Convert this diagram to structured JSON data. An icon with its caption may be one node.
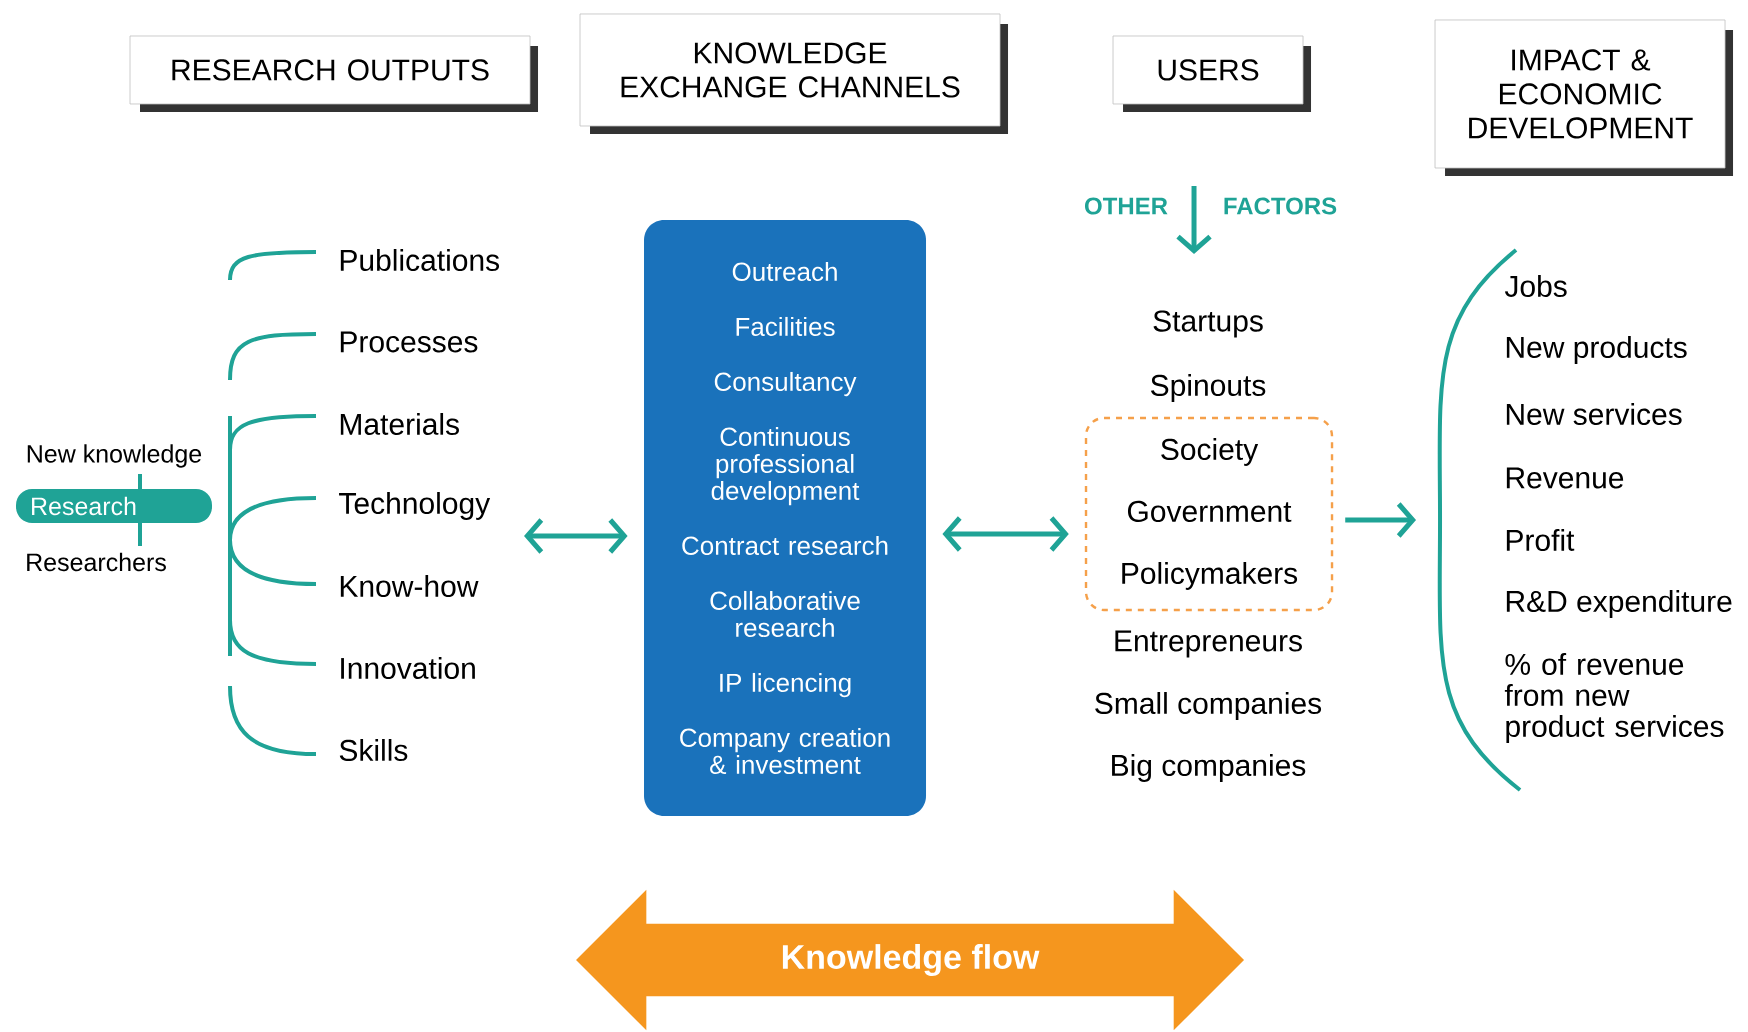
{
  "diagram": {
    "nodes": [
      {
        "text": [
          "RESEARCH OUTPUTS"
        ]
      },
      {
        "text": [
          "KNOWLEDGE EXCHANGE CHANNELS"
        ]
      },
      {
        "text": [
          "USERS"
        ]
      },
      {
        "text": [
          "IMPACT & ECONOMIC DEVELOPMENT"
        ]
      },
      {
        "text": [
          "Research"
        ],
        "beside": [
          "New knowledge",
          "Researchers"
        ]
      },
      {
        "text": [
          "Outreach",
          "Facilities",
          "Consultancy",
          "Continuous professional development",
          "Contract research",
          "Collaborative research",
          "IP licencing",
          "Company creation & investment"
        ]
      },
      {
        "text": [
          "Society",
          "Government",
          "Policymakers"
        ]
      },
      {
        "text": [
          "Knowledge flow"
        ]
      }
    ],
    "edges": [
      {
        "from": null,
        "to": 5,
        "arrow": "both"
      },
      {
        "from": 5,
        "to": 6,
        "arrow": "both"
      },
      {
        "from": 6,
        "to": null,
        "arrow": "to"
      }
    ],
    "labels": [
      "Publications",
      "Processes",
      "Materials",
      "Technology",
      "Know-how",
      "Innovation",
      "Skills",
      "OTHER",
      "FACTORS",
      "Startups",
      "Spinouts",
      "Entrepreneurs",
      "Small companies",
      "Big companies",
      "Jobs",
      "New products",
      "New services",
      "Revenue",
      "Profit",
      "R&D expenditure",
      "% of revenue from new product services"
    ]
  }
}
